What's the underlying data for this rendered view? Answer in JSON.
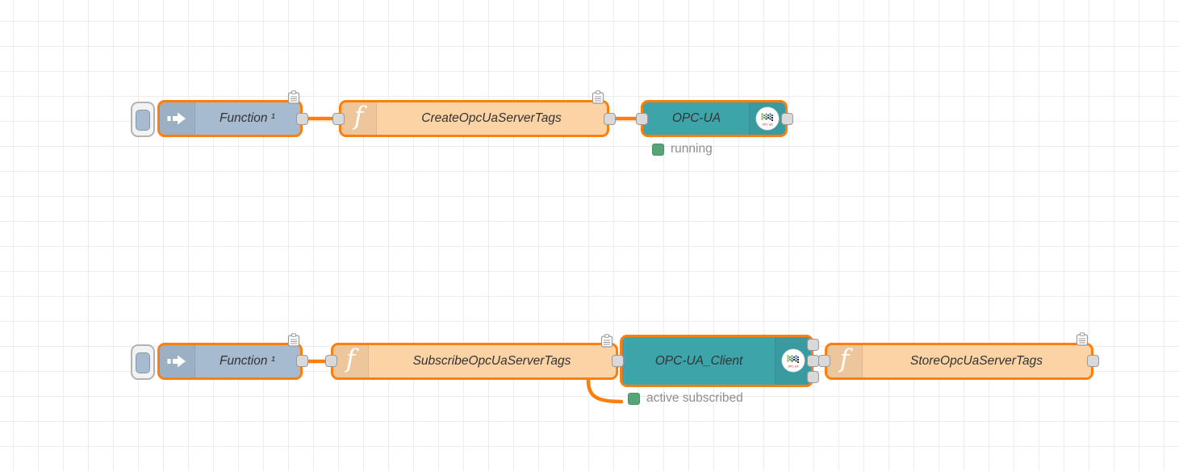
{
  "app": "node-red-flow-editor",
  "nodes": {
    "inject_top": {
      "label": "Function ¹"
    },
    "create_function": {
      "label": "CreateOpcUaServerTags"
    },
    "opcua_server": {
      "label": "OPC-UA",
      "status": "running"
    },
    "inject_bottom": {
      "label": "Function ¹"
    },
    "subscribe_function": {
      "label": "SubscribeOpcUaServerTags"
    },
    "opcua_client": {
      "label": "OPC-UA_Client",
      "status": "active subscribed"
    },
    "store_function": {
      "label": "StoreOpcUaServerTags"
    }
  },
  "icons": {
    "function_glyph": "f",
    "opcua_logo_text": "OPC UA",
    "inject_arrow": "right-arrow",
    "note_badge": "note-page"
  },
  "colors": {
    "selection_and_wire": "#ff7f0e",
    "inject_fill": "#a6bbcf",
    "function_fill": "#fbd3a4",
    "opcua_fill": "#3da4aa",
    "status_green": "#55a578",
    "status_text": "#8e8e8e",
    "grid_line": "#ececec",
    "port_fill": "#d9d9d9",
    "label_text": "#333333"
  }
}
